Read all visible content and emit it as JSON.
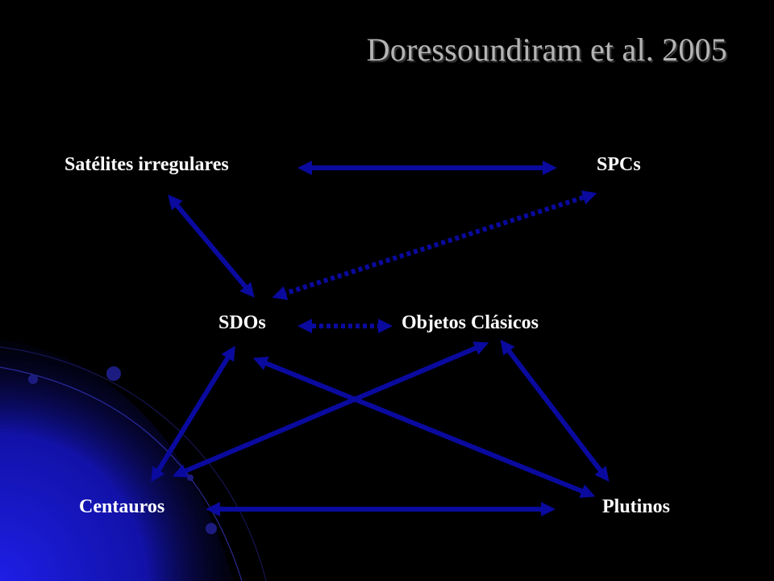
{
  "title": "Doressoundiram et al. 2005",
  "nodes": {
    "irregular_satellites": "Satélites irregulares",
    "spcs": "SPCs",
    "sdos": "SDOs",
    "classical_objects": "Objetos Clásicos",
    "centaurs": "Centauros",
    "plutinos": "Plutinos"
  },
  "colors": {
    "background": "#000000",
    "arrow": "#0a0a9e",
    "node_text": "#ffffff",
    "title_text": "#b4b4b4",
    "swoosh": "#1e1ee6"
  }
}
